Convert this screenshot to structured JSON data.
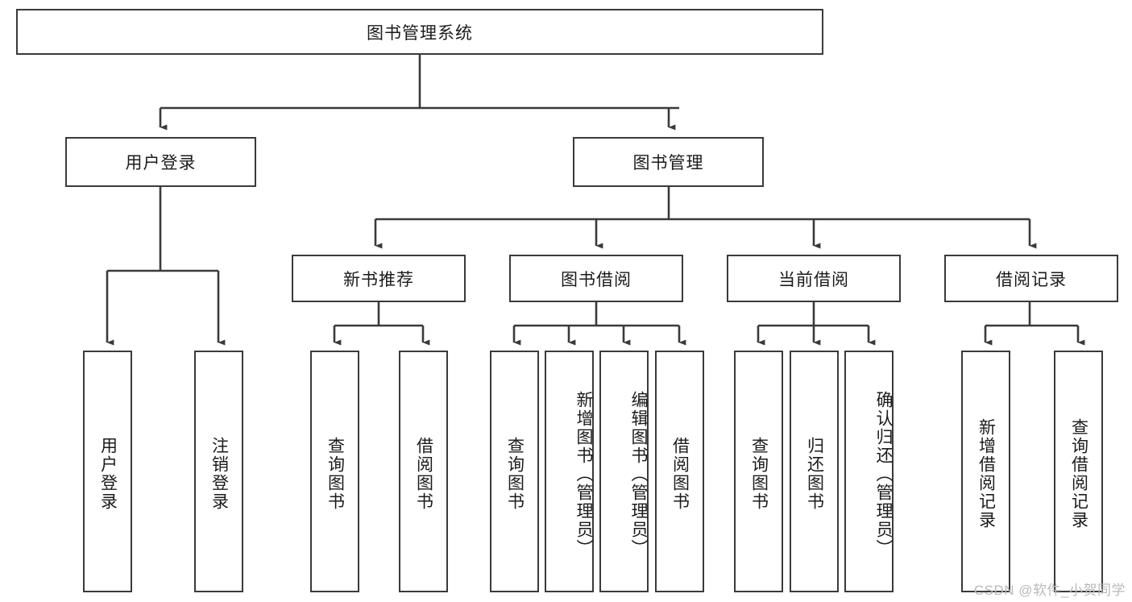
{
  "diagram": {
    "type": "tree-hierarchy-diagram",
    "title": "图书管理系统",
    "watermark": "CSDN @软件_小贺同学",
    "colors": {
      "box_border": "#3a3a3a",
      "box_fill": "#ffffff",
      "connector": "#3a3a3a",
      "text": "#1b1b1b",
      "watermark": "#b9b9b9"
    },
    "nodes": {
      "root": {
        "label": "图书管理系统",
        "level": 0,
        "orientation": "horizontal"
      },
      "user_login": {
        "label": "用户登录",
        "level": 1,
        "orientation": "horizontal"
      },
      "book_manage": {
        "label": "图书管理",
        "level": 1,
        "orientation": "horizontal"
      },
      "new_book_rec": {
        "label": "新书推荐",
        "level": 2,
        "orientation": "horizontal"
      },
      "book_borrow": {
        "label": "图书借阅",
        "level": 2,
        "orientation": "horizontal"
      },
      "current_borrow": {
        "label": "当前借阅",
        "level": 2,
        "orientation": "horizontal"
      },
      "borrow_record": {
        "label": "借阅记录",
        "level": 2,
        "orientation": "horizontal"
      },
      "leaf_user_login": {
        "label": "用户登录",
        "level": 3,
        "orientation": "vertical"
      },
      "leaf_logout": {
        "label": "注销登录",
        "level": 3,
        "orientation": "vertical"
      },
      "leaf_query_book_a": {
        "label": "查询图书",
        "level": 3,
        "orientation": "vertical"
      },
      "leaf_borrow_book_a": {
        "label": "借阅图书",
        "level": 3,
        "orientation": "vertical"
      },
      "leaf_query_book_b": {
        "label": "查询图书",
        "level": 3,
        "orientation": "vertical"
      },
      "leaf_add_book": {
        "label": "新增图书（管理员）",
        "level": 3,
        "orientation": "vertical"
      },
      "leaf_edit_book": {
        "label": "编辑图书（管理员）",
        "level": 3,
        "orientation": "vertical"
      },
      "leaf_borrow_book_b": {
        "label": "借阅图书",
        "level": 3,
        "orientation": "vertical"
      },
      "leaf_query_book_c": {
        "label": "查询图书",
        "level": 3,
        "orientation": "vertical"
      },
      "leaf_return_book": {
        "label": "归还图书",
        "level": 3,
        "orientation": "vertical"
      },
      "leaf_confirm_return": {
        "label": "确认归还（管理员）",
        "level": 3,
        "orientation": "vertical"
      },
      "leaf_add_record": {
        "label": "新增借阅记录",
        "level": 3,
        "orientation": "vertical"
      },
      "leaf_query_record": {
        "label": "查询借阅记录",
        "level": 3,
        "orientation": "vertical"
      }
    },
    "edges": [
      {
        "from": "root",
        "to": "user_login"
      },
      {
        "from": "root",
        "to": "book_manage"
      },
      {
        "from": "book_manage",
        "to": "new_book_rec"
      },
      {
        "from": "book_manage",
        "to": "book_borrow"
      },
      {
        "from": "book_manage",
        "to": "current_borrow"
      },
      {
        "from": "book_manage",
        "to": "borrow_record"
      },
      {
        "from": "user_login",
        "to": "leaf_user_login"
      },
      {
        "from": "user_login",
        "to": "leaf_logout"
      },
      {
        "from": "new_book_rec",
        "to": "leaf_query_book_a"
      },
      {
        "from": "new_book_rec",
        "to": "leaf_borrow_book_a"
      },
      {
        "from": "book_borrow",
        "to": "leaf_query_book_b"
      },
      {
        "from": "book_borrow",
        "to": "leaf_add_book"
      },
      {
        "from": "book_borrow",
        "to": "leaf_edit_book"
      },
      {
        "from": "book_borrow",
        "to": "leaf_borrow_book_b"
      },
      {
        "from": "current_borrow",
        "to": "leaf_query_book_c"
      },
      {
        "from": "current_borrow",
        "to": "leaf_return_book"
      },
      {
        "from": "current_borrow",
        "to": "leaf_confirm_return"
      },
      {
        "from": "borrow_record",
        "to": "leaf_add_record"
      },
      {
        "from": "borrow_record",
        "to": "leaf_query_record"
      }
    ]
  }
}
